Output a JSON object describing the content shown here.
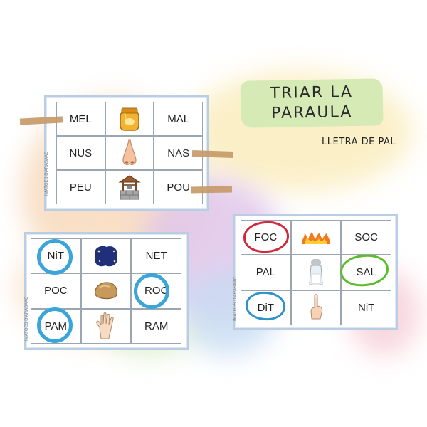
{
  "title": {
    "line1": "TRIAR LA",
    "line2": "PARAULA"
  },
  "subtitle": "LLETRA DE PAL",
  "credit": "IMATGES D'ARASAAC",
  "card1": {
    "rows": [
      {
        "left": "MEL",
        "icon": "honey-jar-icon",
        "right": "MAL"
      },
      {
        "left": "NUS",
        "icon": "nose-icon",
        "right": "NAS"
      },
      {
        "left": "PEU",
        "icon": "well-icon",
        "right": "POU"
      }
    ]
  },
  "card2": {
    "rows": [
      {
        "left": "NiT",
        "icon": "moon-night-icon",
        "right": "NET"
      },
      {
        "left": "POC",
        "icon": "rock-icon",
        "right": "ROC"
      },
      {
        "left": "PAM",
        "icon": "hand-icon",
        "right": "RAM"
      }
    ]
  },
  "card3": {
    "rows": [
      {
        "left": "FOC",
        "icon": "fire-icon",
        "right": "SOC"
      },
      {
        "left": "PAL",
        "icon": "salt-shaker-icon",
        "right": "SAL"
      },
      {
        "left": "DiT",
        "icon": "finger-icon",
        "right": "NiT"
      }
    ]
  },
  "colors": {
    "card_border": "#b9cde4",
    "title_bg": "#d6eab6",
    "tape": "#c69a68",
    "ring_blue": "#3aa5d8",
    "ring_red": "#d2283c",
    "ring_green": "#5cbd2a"
  }
}
